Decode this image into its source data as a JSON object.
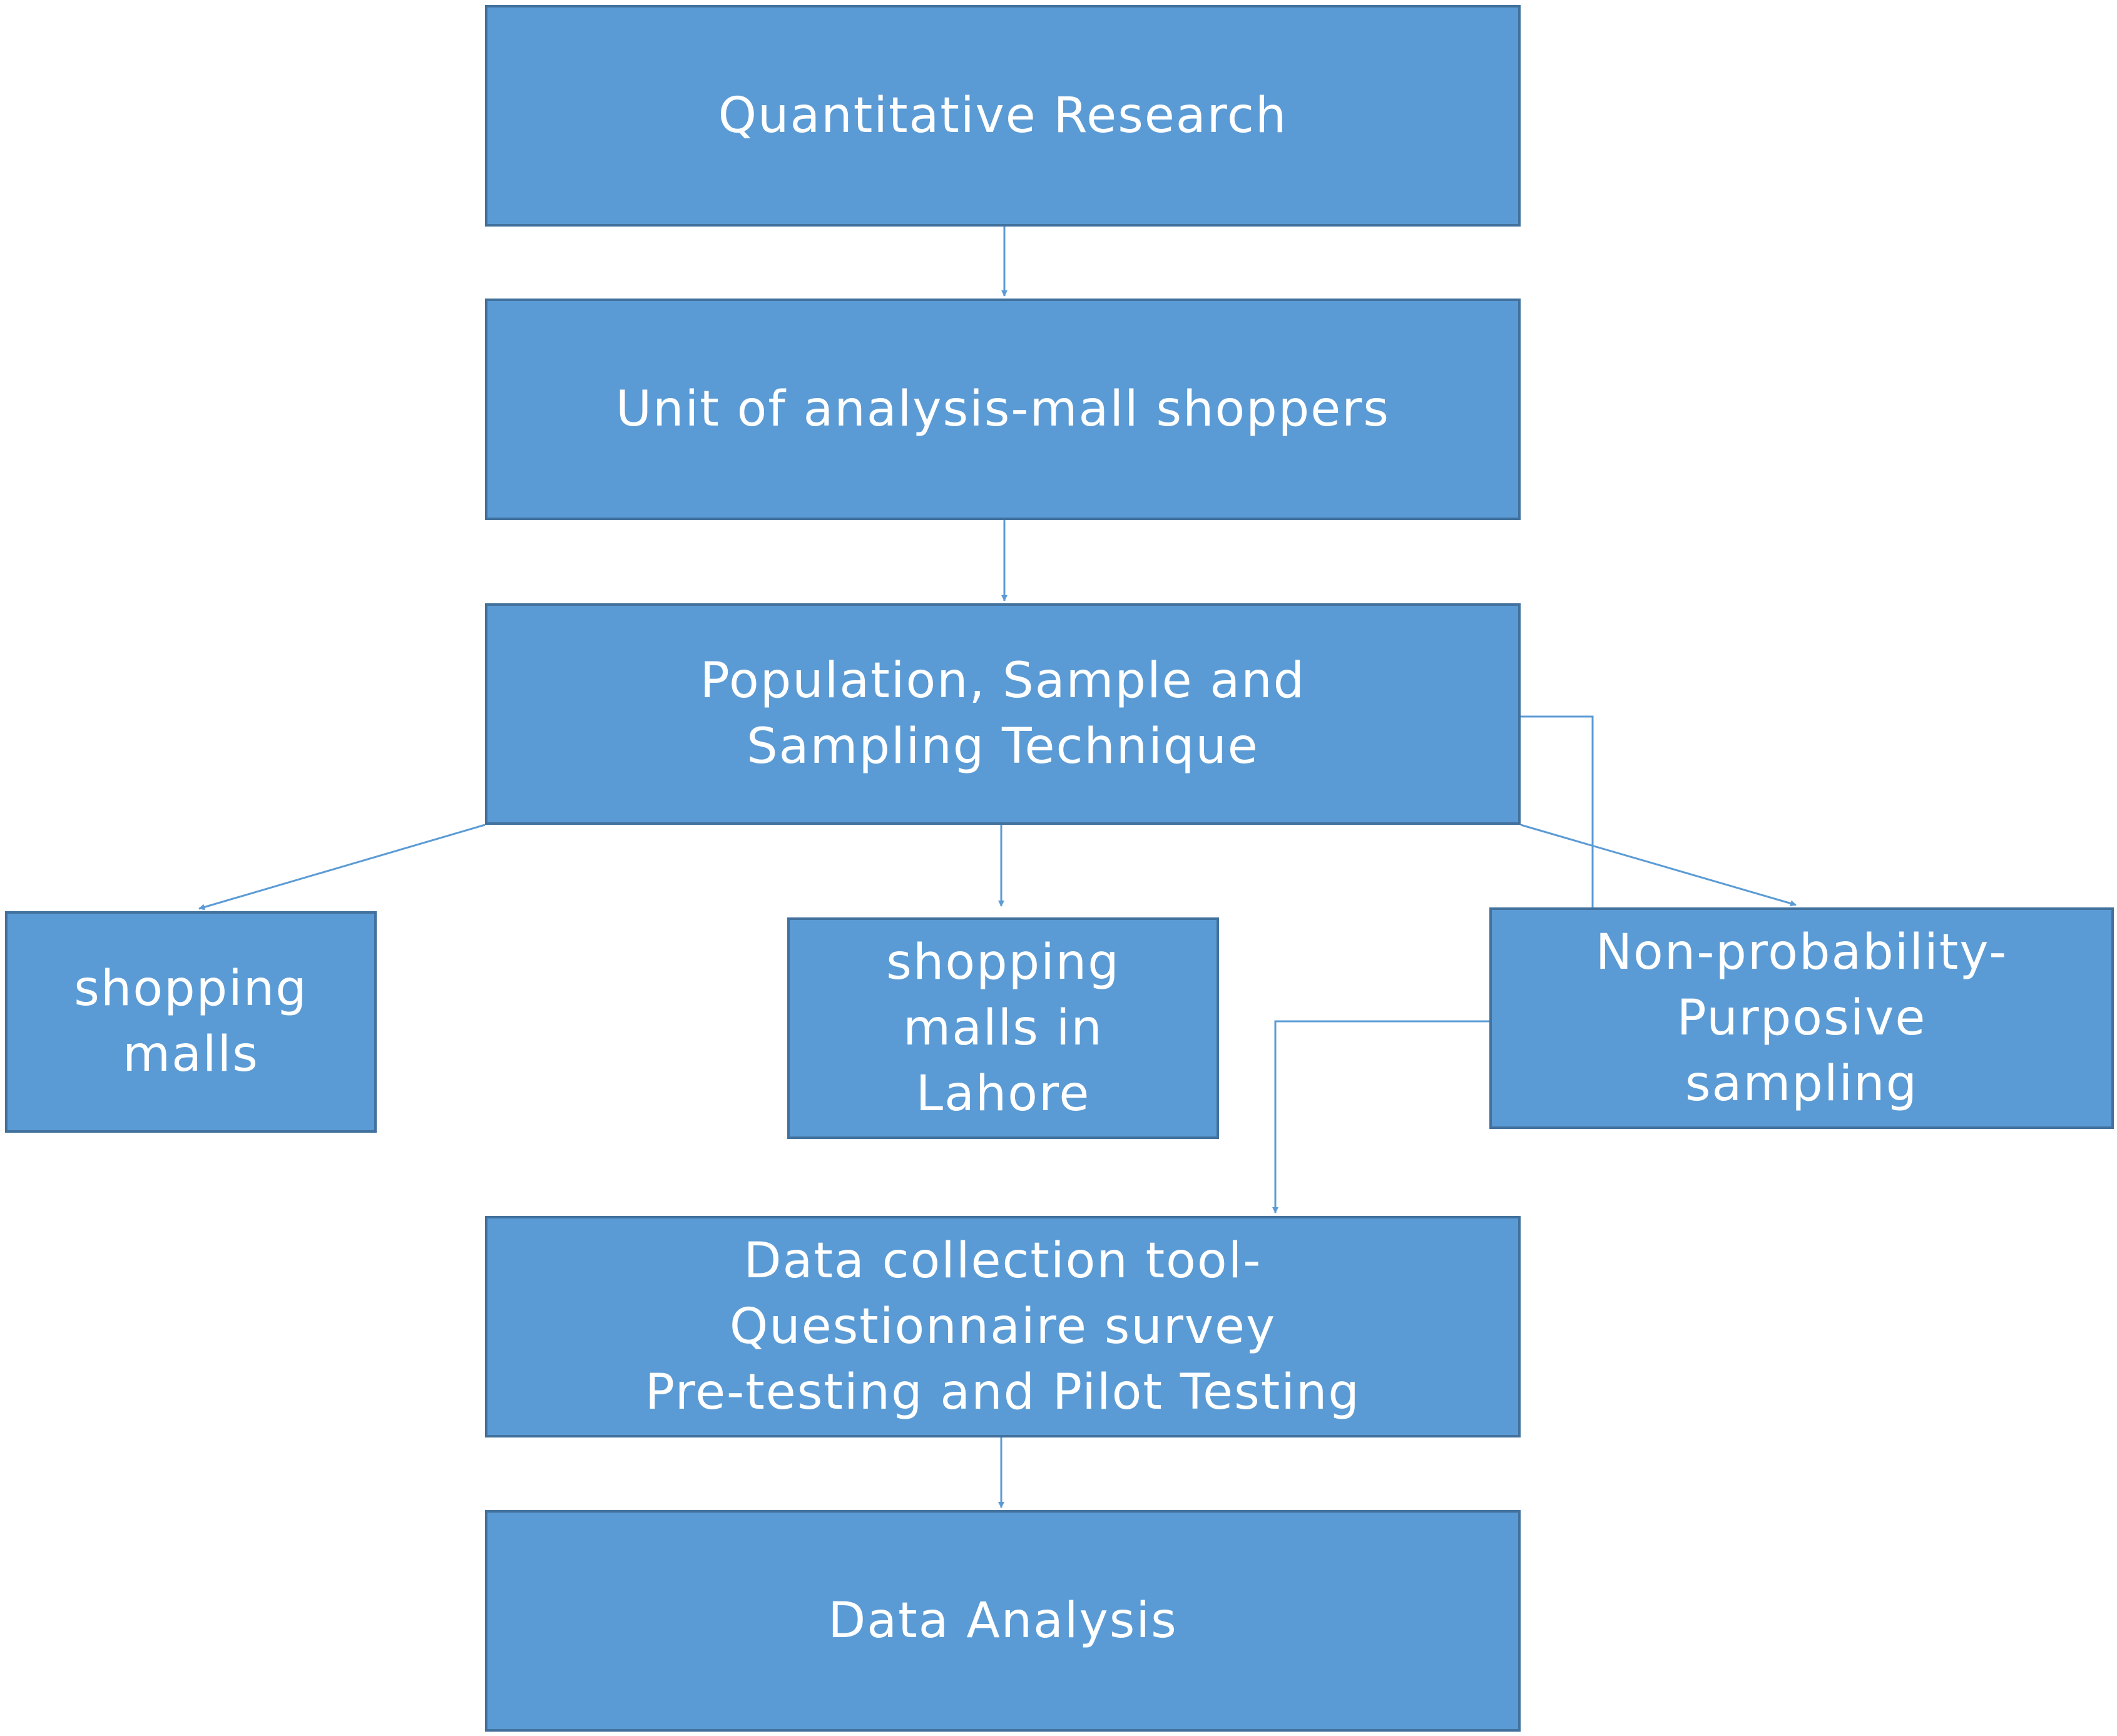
{
  "colors": {
    "box_fill": "#5b9bd5",
    "box_border": "#41719c",
    "connector": "#5b9bd5",
    "text": "#ffffff"
  },
  "nodes": {
    "quantitative_research": "Quantitative Research",
    "unit_of_analysis": "Unit of analysis-mall shoppers",
    "population_sample": "Population, Sample and\nSampling Technique",
    "shopping_malls": "shopping\nmalls",
    "shopping_malls_lahore": "shopping\nmalls in\nLahore",
    "non_probability": "Non-probability-\nPurposive\nsampling",
    "data_collection": "Data collection tool-\nQuestionnaire survey\nPre-testing and Pilot Testing",
    "data_analysis": "Data Analysis"
  },
  "edges": [
    {
      "from": "quantitative_research",
      "to": "unit_of_analysis"
    },
    {
      "from": "unit_of_analysis",
      "to": "population_sample"
    },
    {
      "from": "population_sample",
      "to": "shopping_malls"
    },
    {
      "from": "population_sample",
      "to": "shopping_malls_lahore"
    },
    {
      "from": "population_sample",
      "to": "non_probability"
    },
    {
      "from": "population_sample",
      "to": "non_probability",
      "style": "elbow"
    },
    {
      "from": "non_probability",
      "to": "data_collection"
    },
    {
      "from": "data_collection",
      "to": "data_analysis"
    }
  ]
}
